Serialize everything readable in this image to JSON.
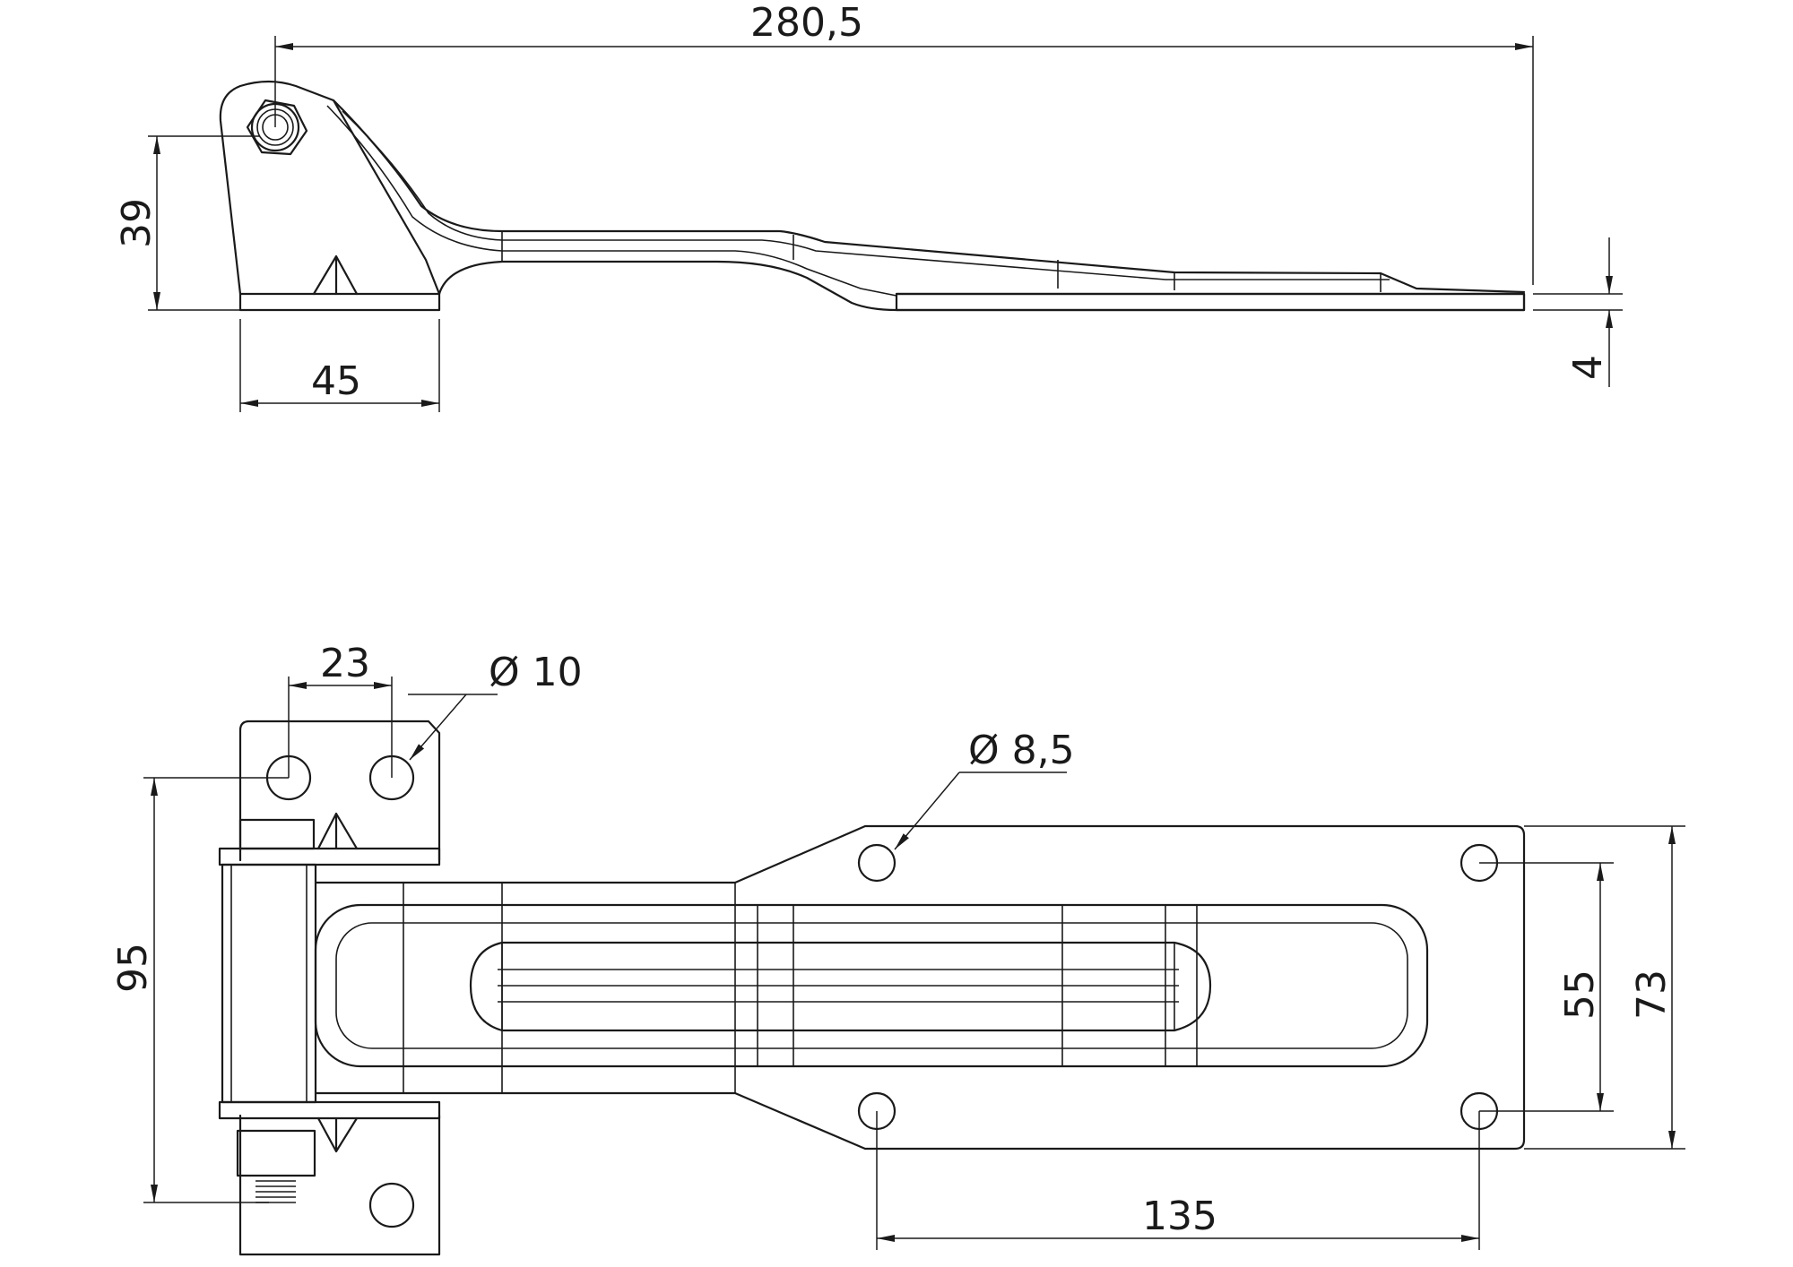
{
  "side_view": {
    "overall_length": "280,5",
    "hinge_height": "39",
    "base_width": "45",
    "plate_thickness": "4"
  },
  "top_view": {
    "hole_spacing": "23",
    "hole_diameter_large": "Ø 10",
    "hole_diameter_small": "Ø 8,5",
    "hinge_span": "95",
    "inner_hole_spacing": "55",
    "plate_width": "73",
    "mount_hole_spacing": "135"
  }
}
